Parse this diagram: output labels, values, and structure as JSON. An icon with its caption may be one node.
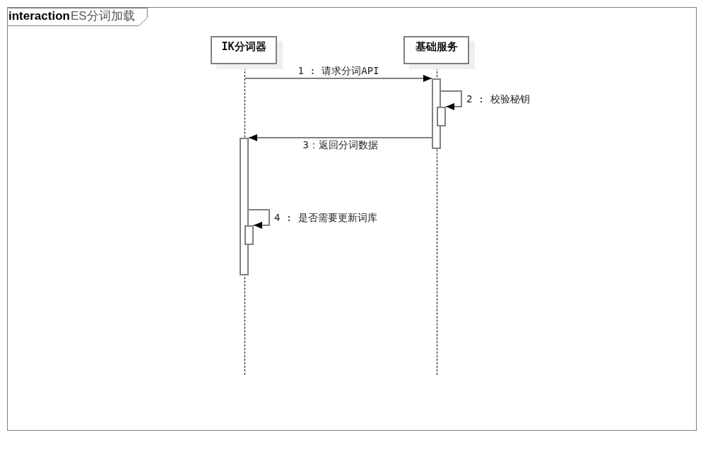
{
  "diagram": {
    "nodes": [
      {
        "text": [
          "interaction",
          "ES分词加载"
        ]
      },
      {
        "text": [
          "IK分词器"
        ],
        "in": 0
      },
      {
        "text": [
          "基础服务"
        ],
        "in": 0
      },
      {
        "text": [],
        "shape": "line",
        "in": 0
      },
      {
        "text": [],
        "shape": "line",
        "in": 0
      },
      {
        "text": [],
        "shape": "bar",
        "in": 0
      },
      {
        "text": [],
        "shape": "bar",
        "in": 0
      },
      {
        "text": [],
        "shape": "bar",
        "in": 0
      },
      {
        "text": [],
        "shape": "bar",
        "in": 0
      }
    ],
    "edges": [
      {
        "from": 3,
        "to": 5,
        "arrow": "to",
        "label": "1 : 请求分词API"
      },
      {
        "from": 5,
        "to": 6,
        "arrow": "to",
        "label": "2 : 校验秘钥"
      },
      {
        "from": 5,
        "to": 7,
        "arrow": "to",
        "label": "3：返回分词数据"
      },
      {
        "from": 7,
        "to": 8,
        "arrow": "to",
        "label": "4 : 是否需要更新词库"
      }
    ]
  }
}
